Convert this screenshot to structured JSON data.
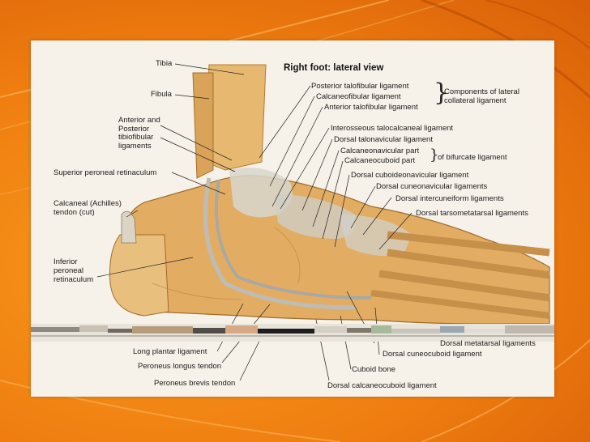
{
  "diagram": {
    "title": "Right foot: lateral view",
    "labels": {
      "tibia": "Tibia",
      "fibula": "Fibula",
      "ant_post_tibiofibular": [
        "Anterior and",
        "Posterior",
        "tibiofibular",
        "ligaments"
      ],
      "sup_peroneal": "Superior peroneal retinaculum",
      "calcaneal_tendon": [
        "Calcaneal (Achilles)",
        "tendon (cut)"
      ],
      "inf_peroneal": [
        "Inferior",
        "peroneal",
        "retinaculum"
      ],
      "post_talofibular": "Posterior talofibular ligament",
      "calcaneofibular": "Calcaneofibular ligament",
      "ant_talofibular": "Anterior talofibular ligament",
      "components_lateral": [
        "Components of lateral",
        "collateral ligament"
      ],
      "interosseous": "Interosseous talocalcaneal ligament",
      "dorsal_talonavicular": "Dorsal talonavicular ligament",
      "calcaneonavicular_part": "Calcaneonavicular part",
      "calcaneocuboid_part": "Calcaneocuboid part",
      "bifurcate": "of bifurcate ligament",
      "dorsal_cuboideonavicular": "Dorsal cuboideonavicular ligament",
      "dorsal_cuneonavicular": "Dorsal cuneonavicular ligaments",
      "dorsal_intercuneiform": "Dorsal intercuneiform ligaments",
      "dorsal_tarsometatarsal": "Dorsal tarsometatarsal ligaments",
      "dorsal_metatarsal": "Dorsal metatarsal ligaments",
      "long_plantar": "Long plantar ligament",
      "peroneus_longus": "Peroneus longus tendon",
      "peroneus_brevis": "Peroneus brevis tendon",
      "dorsal_cuneocuboid": "Dorsal cuneocuboid ligament",
      "cuboid_bone": "Cuboid bone",
      "dorsal_calcaneocuboid": "Dorsal calcaneocuboid ligament"
    }
  }
}
